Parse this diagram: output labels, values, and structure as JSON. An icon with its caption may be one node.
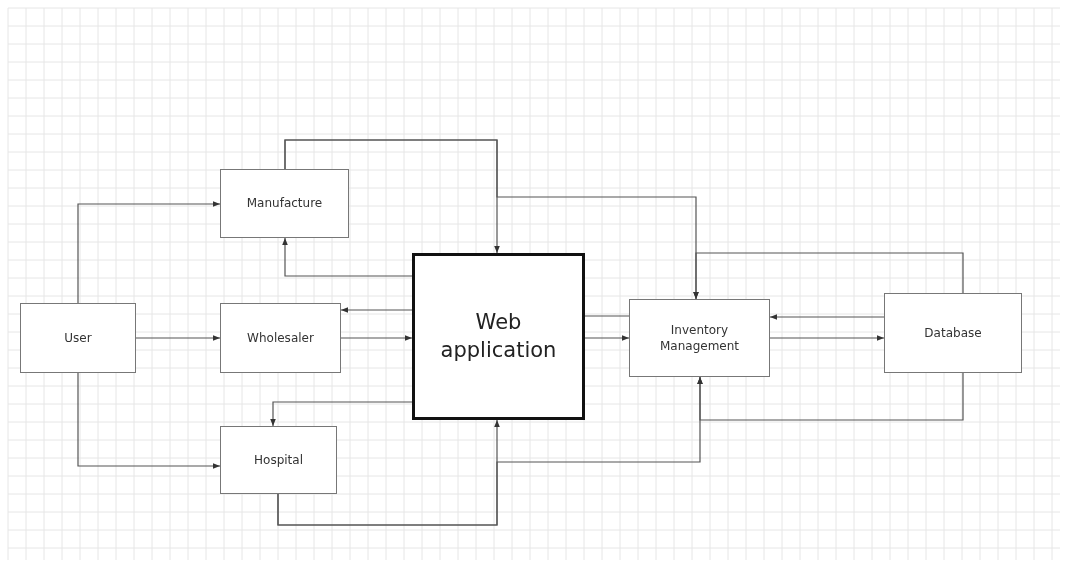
{
  "diagram": {
    "nodes": [
      {
        "text": [
          "User"
        ]
      },
      {
        "text": [
          "Manufacture"
        ]
      },
      {
        "text": [
          "Wholesaler"
        ]
      },
      {
        "text": [
          "Web application"
        ]
      },
      {
        "text": [
          "Hospital"
        ]
      },
      {
        "text": [
          "Inventory Management"
        ]
      },
      {
        "text": [
          "Database"
        ]
      }
    ],
    "edges": [
      {
        "from": 0,
        "to": 1,
        "arrow": "to"
      },
      {
        "from": 0,
        "to": 2,
        "arrow": "to"
      },
      {
        "from": 0,
        "to": 4,
        "arrow": "to"
      },
      {
        "from": 1,
        "to": 3,
        "arrow": "to"
      },
      {
        "from": 1,
        "to": 5,
        "arrow": "to"
      },
      {
        "from": 3,
        "to": 1,
        "arrow": "to"
      },
      {
        "from": 3,
        "to": 2,
        "arrow": "to"
      },
      {
        "from": 2,
        "to": 3,
        "arrow": "to"
      },
      {
        "from": 3,
        "to": 4,
        "arrow": "to"
      },
      {
        "from": 4,
        "to": 3,
        "arrow": "to"
      },
      {
        "from": 4,
        "to": 5,
        "arrow": "to"
      },
      {
        "from": 3,
        "to": 5,
        "arrow": "none"
      },
      {
        "from": 3,
        "to": 5,
        "arrow": "to"
      },
      {
        "from": 6,
        "to": 5,
        "arrow": "to"
      },
      {
        "from": 6,
        "to": 5,
        "arrow": "to"
      },
      {
        "from": 5,
        "to": 6,
        "arrow": "to"
      },
      {
        "from": 6,
        "to": 5,
        "arrow": "to"
      }
    ]
  }
}
